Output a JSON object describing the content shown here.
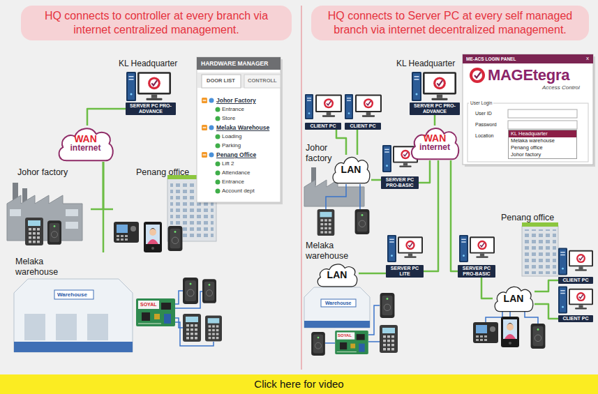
{
  "diagram": {
    "nodes": [
      {
        "text": [
          "HQ connects to controller at every branch via internet centralized management."
        ]
      },
      {
        "text": [
          "SERVER PC PRO-ADVANCE"
        ]
      },
      {
        "text": [
          "WAN internet"
        ]
      },
      {
        "text": [
          "Johor factory"
        ]
      },
      {
        "text": [
          "Penang office"
        ]
      },
      {
        "text": [
          "Melaka warehouse"
        ]
      },
      {
        "text": [
          "HARDWARE MANAGER",
          "DOOR LIST",
          "CONTROLL",
          "Johor Factory",
          "Entrance",
          "Store",
          "Melaka Warehouse",
          "Loading",
          "Parking",
          "Penang Office",
          "Lift 2",
          "Attendance",
          "Entrance",
          "Account dept"
        ]
      },
      {
        "text": [
          "HQ connects to Server PC at every self managed branch via internet decentralized management."
        ]
      },
      {
        "text": [
          "SERVER PC PRO-ADVANCE"
        ]
      },
      {
        "text": [
          "WAN internet"
        ]
      },
      {
        "text": [
          "CLIENT PC"
        ]
      },
      {
        "text": [
          "CLIENT PC"
        ]
      },
      {
        "text": [
          "LAN"
        ]
      },
      {
        "text": [
          "SERVER PC PRO-BASIC"
        ]
      },
      {
        "text": [
          "LAN"
        ]
      },
      {
        "text": [
          "SERVER PC LITE"
        ]
      },
      {
        "text": [
          "SERVER PC PRO-BASIC"
        ]
      },
      {
        "text": [
          "LAN"
        ]
      },
      {
        "text": [
          "CLIENT PC"
        ]
      },
      {
        "text": [
          "CLIENT PC"
        ]
      },
      {
        "text": [
          "ME-ACS LOGIN PANEL",
          "x",
          "MAGEtegra",
          "Access Control",
          "User Login",
          "User ID",
          "Password",
          "Location"
        ]
      },
      {
        "text": [
          "KL Headquarter",
          "Melaka warehouse",
          "Penang office",
          "Johor factory"
        ],
        "in": 20
      },
      {
        "text": [
          "Click here for video"
        ]
      }
    ],
    "edges": [
      {
        "from": 2,
        "to": 1,
        "arrow": "none"
      },
      {
        "from": 2,
        "to": 3,
        "arrow": "none"
      },
      {
        "from": 2,
        "to": 4,
        "arrow": "none"
      },
      {
        "from": 2,
        "to": 5,
        "arrow": "none"
      },
      {
        "from": 9,
        "to": 8,
        "arrow": "none"
      },
      {
        "from": 9,
        "to": 13,
        "arrow": "none"
      },
      {
        "from": 9,
        "to": 15,
        "arrow": "none"
      },
      {
        "from": 9,
        "to": 16,
        "arrow": "none"
      },
      {
        "from": 12,
        "to": 10,
        "arrow": "none"
      },
      {
        "from": 12,
        "to": 11,
        "arrow": "none"
      },
      {
        "from": 12,
        "to": 13,
        "arrow": "none"
      },
      {
        "from": 14,
        "to": 15,
        "arrow": "none"
      },
      {
        "from": 16,
        "to": 17,
        "arrow": "none"
      },
      {
        "from": 17,
        "to": 18,
        "arrow": "none"
      },
      {
        "from": 17,
        "to": 19,
        "arrow": "none"
      }
    ],
    "labels": [
      "KL Headquarter",
      "Warehouse",
      "SOYAL",
      "KL Headquarter",
      "Johor factory",
      "Melaka warehouse",
      "Warehouse",
      "SOYAL",
      "Penang office"
    ]
  }
}
